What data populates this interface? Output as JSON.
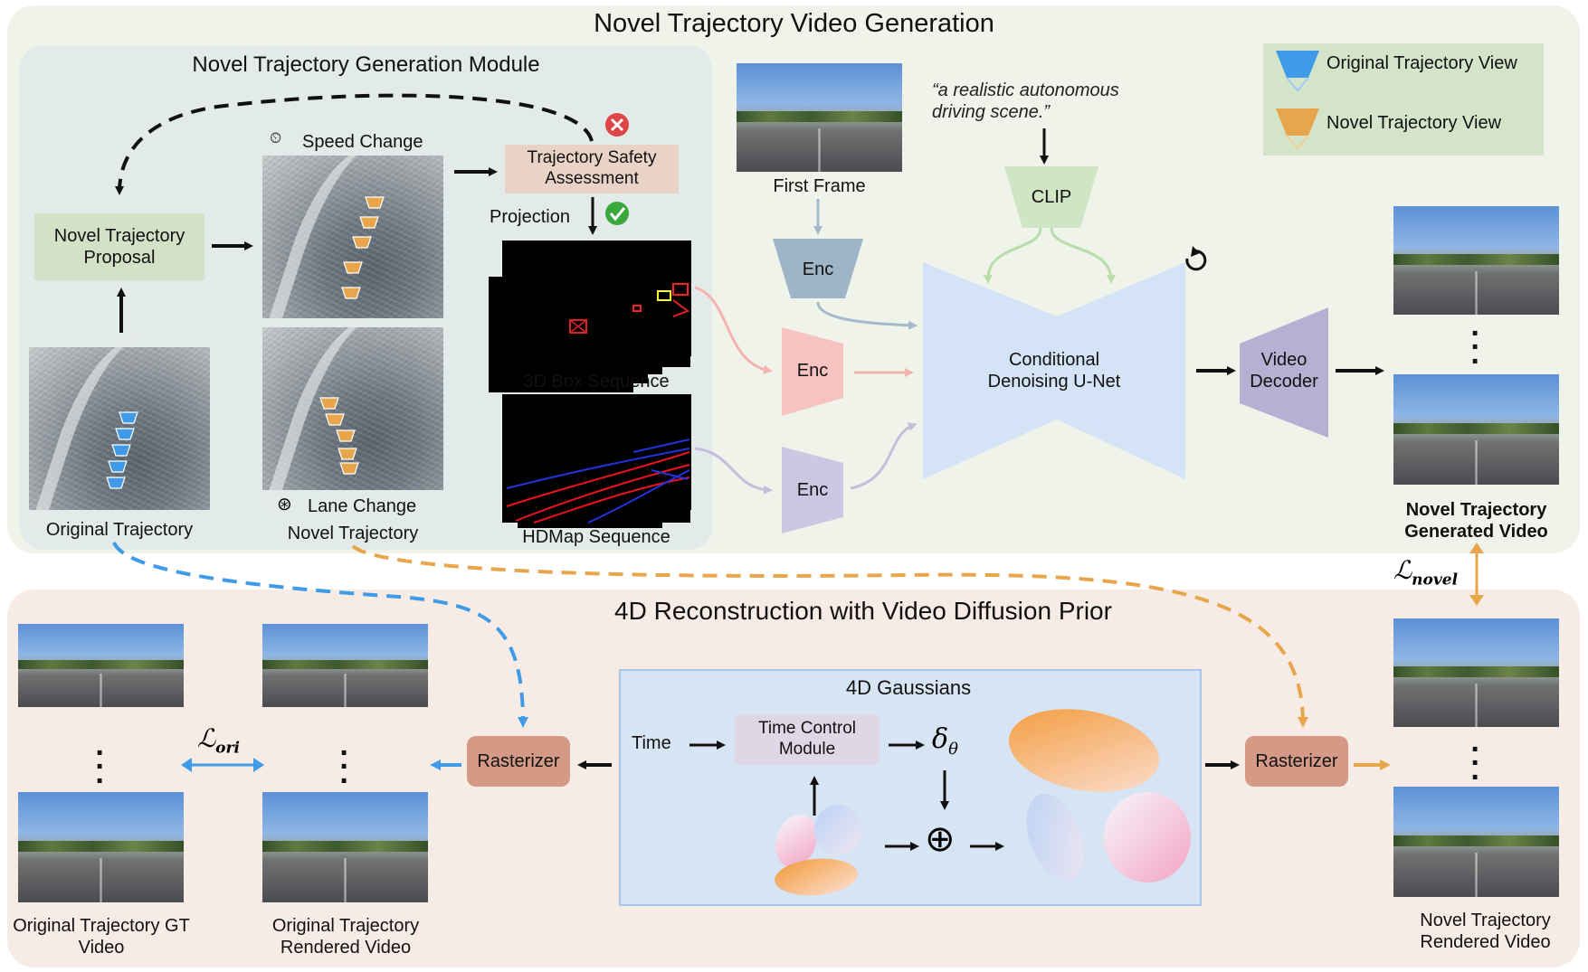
{
  "titles": {
    "top": "Novel Trajectory Video Generation",
    "module": "Novel Trajectory Generation Module",
    "bottom": "4D Reconstruction with Video Diffusion Prior"
  },
  "legend": {
    "original": "Original Trajectory View",
    "novel": "Novel Trajectory View"
  },
  "module": {
    "proposal": "Novel Trajectory Proposal",
    "speed_change": "Speed Change",
    "lane_change": "Lane Change",
    "safety": "Trajectory Safety Assessment",
    "projection": "Projection",
    "box_seq": "3D Box Sequence",
    "hdmap_seq": "HDMap Sequence",
    "original_traj": "Original Trajectory",
    "novel_traj": "Novel Trajectory"
  },
  "generation": {
    "prompt": "“a realistic autonomous driving scene.”",
    "first_frame": "First Frame",
    "enc_1": "Enc",
    "enc_2": "Enc",
    "enc_3": "Enc",
    "clip": "CLIP",
    "unet": "Conditional Denoising U-Net",
    "decoder": "Video Decoder",
    "generated_video": "Novel Trajectory Generated Video",
    "loss_novel_symbol": "ℒ",
    "loss_novel_sub": "novel"
  },
  "reconstruction": {
    "gaussians_title": "4D Gaussians",
    "time": "Time",
    "tcm": "Time Control Module",
    "delta": "δ",
    "delta_sub": "θ",
    "oplus": "⊕",
    "rasterizer_left": "Rasterizer",
    "rasterizer_right": "Rasterizer",
    "loss_ori_symbol": "ℒ",
    "loss_ori_sub": "ori",
    "gt_video": "Original Trajectory GT Video",
    "orig_rendered": "Original Trajectory Rendered Video",
    "novel_rendered": "Novel Trajectory Rendered Video"
  },
  "colors": {
    "original_view": "#3f9be8",
    "novel_view": "#e8a64c",
    "enc_blue": "#9eb5c7",
    "enc_pink": "#f6c3c0",
    "enc_purple": "#cdc7e3",
    "unet": "#d4e3f6",
    "decoder": "#b5b1d3",
    "clip": "#cfe5c4"
  }
}
